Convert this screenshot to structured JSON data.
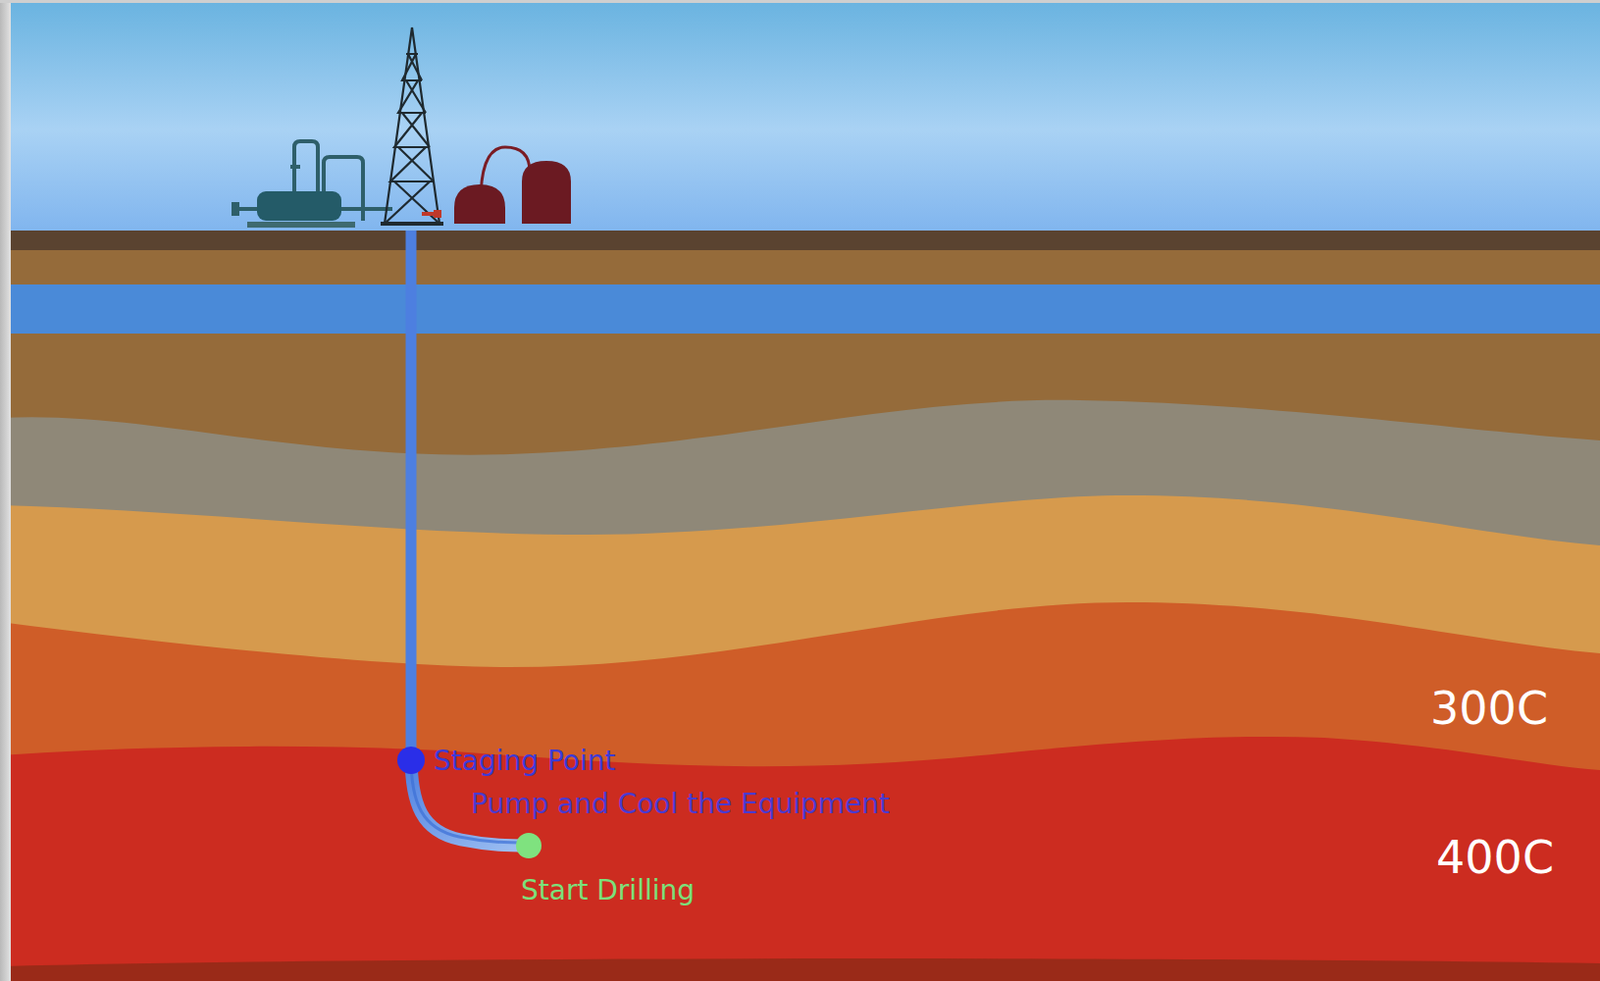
{
  "diagram": {
    "labels": [
      "Staging Point",
      "Pump and Cool the Equipment",
      "Start Drilling",
      "300C",
      "400C"
    ]
  }
}
